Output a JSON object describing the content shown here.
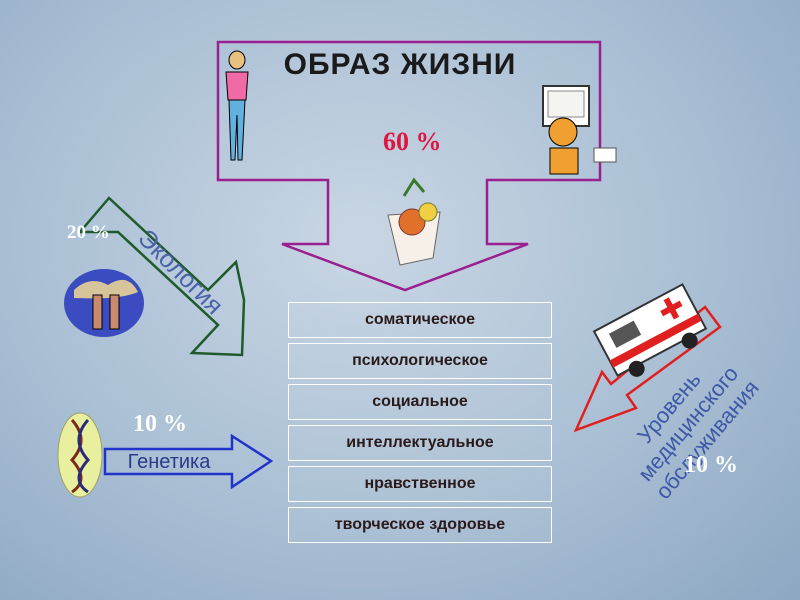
{
  "title": "ОБРАЗ ЖИЗНИ",
  "lifestyle_percent": "60 %",
  "ecology": {
    "percent": "20 %",
    "label": "Экология"
  },
  "genetics": {
    "percent": "10 %",
    "label": "Генетика"
  },
  "medical": {
    "percent": "10 %",
    "label_line1": "Уровень",
    "label_line2": "медицинского",
    "label_line3": "обслуживания"
  },
  "health_components": [
    "соматическое",
    "психологическое",
    "социальное",
    "интеллектуальное",
    "нравственное",
    "творческое здоровье"
  ],
  "colors": {
    "lifestyle_arrow": "#9a1f8f",
    "ecology_arrow": "#1e5a2a",
    "genetics_arrow": "#2233cc",
    "medical_arrow": "#e02020",
    "percent_main": "#e01540"
  },
  "icons": [
    "woman-figure-icon",
    "computer-worker-icon",
    "food-basket-icon",
    "factory-smoke-icon",
    "dna-icon",
    "ambulance-icon"
  ]
}
